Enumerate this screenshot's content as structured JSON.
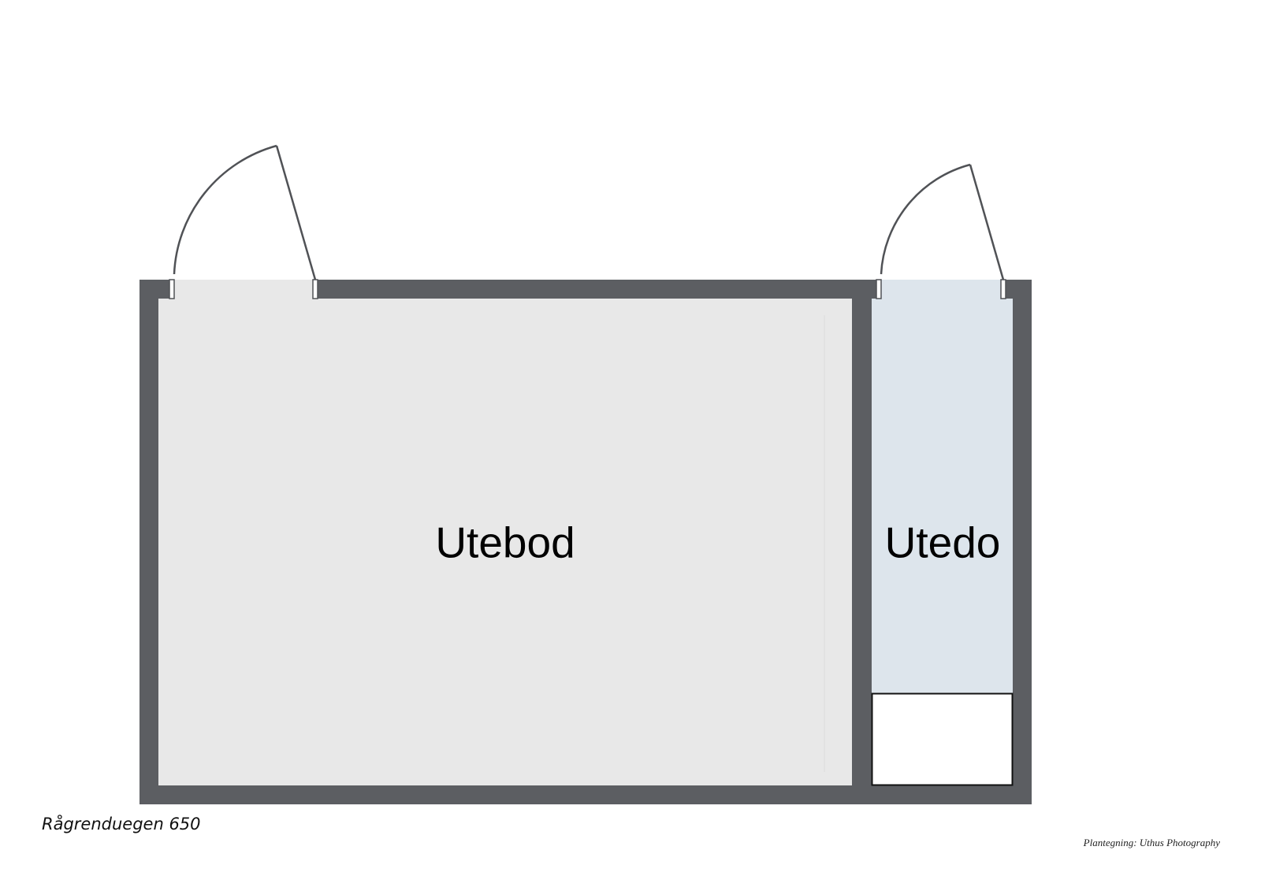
{
  "rooms": [
    {
      "name": "Utebod"
    },
    {
      "name": "Utedo"
    }
  ],
  "captions": {
    "address": "Rågrenduegen 650",
    "credit": "Plantegning: Uthus Photography"
  },
  "colors": {
    "wall": "#5c5e62",
    "utebod_floor": "#e8e8e8",
    "utedo_floor": "#dde5ec",
    "door_line": "#505256",
    "background": "#ffffff"
  }
}
